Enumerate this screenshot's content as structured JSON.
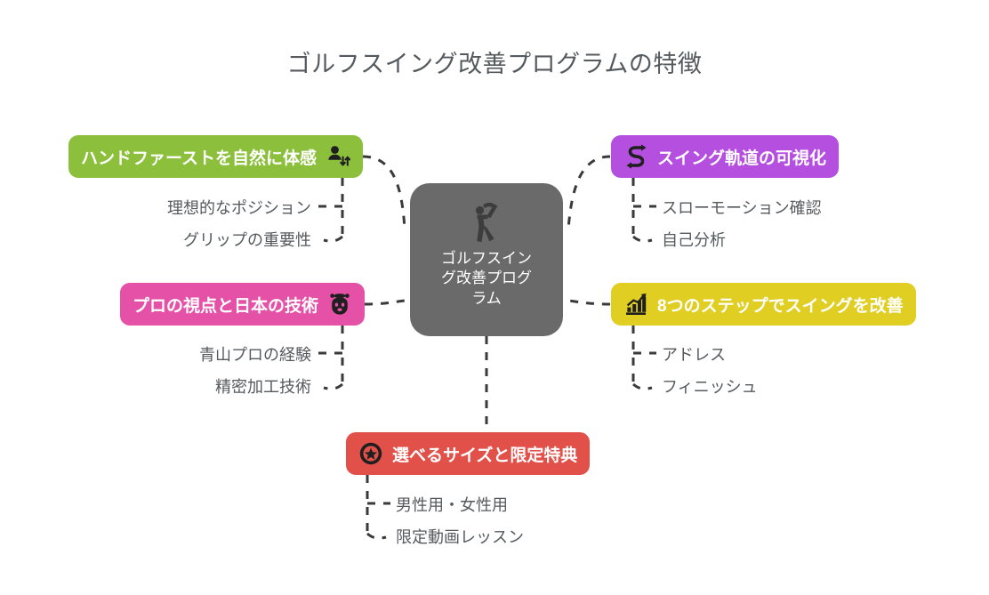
{
  "title": "ゴルフスイング改善プログラムの特徴",
  "colors": {
    "background": "#ffffff",
    "title_text": "#555a5e",
    "center": "#6a6a6a",
    "green": "#8cc03c",
    "pink": "#e451a6",
    "purple": "#b44fe0",
    "yellow": "#e0ce22",
    "red": "#e2504a",
    "connector": "#3a3a3a",
    "leaf_text": "#555a5e"
  },
  "center": {
    "label": "ゴルフスイング改善プログラム",
    "icon": "golfer-swing-icon"
  },
  "branches": [
    {
      "id": "hand-first",
      "label": "ハンドファーストを自然に体感",
      "icon": "person-updown-arrows-icon",
      "color": "green",
      "side": "left",
      "children": [
        "理想的なポジション",
        "グリップの重要性"
      ]
    },
    {
      "id": "pro-view",
      "label": "プロの視点と日本の技術",
      "icon": "graduate-person-icon",
      "color": "pink",
      "side": "left",
      "children": [
        "青山プロの経験",
        "精密加工技術"
      ]
    },
    {
      "id": "swing-path",
      "label": "スイング軌道の可視化",
      "icon": "s-curve-arrow-icon",
      "color": "purple",
      "side": "right",
      "children": [
        "スローモーション確認",
        "自己分析"
      ]
    },
    {
      "id": "eight-steps",
      "label": "8つのステップでスイングを改善",
      "icon": "bar-chart-growth-icon",
      "color": "yellow",
      "side": "right",
      "children": [
        "アドレス",
        "フィニッシュ"
      ]
    },
    {
      "id": "size-bonus",
      "label": "選べるサイズと限定特典",
      "icon": "star-badge-icon",
      "color": "red",
      "side": "bottom",
      "children": [
        "男性用・女性用",
        "限定動画レッスン"
      ]
    }
  ]
}
